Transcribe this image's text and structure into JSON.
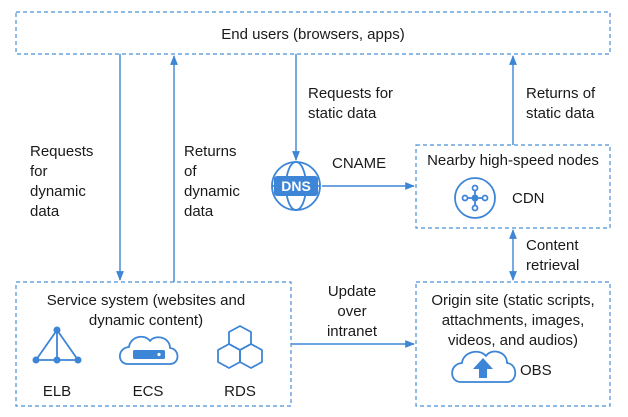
{
  "colors": {
    "accent": "#3d85d6",
    "box_border": "#4a90d9",
    "text": "#1a1a1a",
    "background": "#ffffff"
  },
  "boxes": {
    "end_users": "End users (browsers, apps)",
    "service_system": [
      "Service system (websites and",
      "dynamic content)"
    ],
    "nearby_nodes": "Nearby high-speed nodes",
    "origin_site": [
      "Origin site (static scripts,",
      "attachments, images,",
      "videos, and audios)"
    ]
  },
  "icons": {
    "dns": {
      "name": "dns-icon",
      "text": "DNS"
    },
    "cdn": {
      "name": "cdn-icon",
      "label": "CDN"
    },
    "elb": {
      "name": "elb-icon",
      "label": "ELB"
    },
    "ecs": {
      "name": "ecs-icon",
      "label": "ECS"
    },
    "rds": {
      "name": "rds-icon",
      "label": "RDS"
    },
    "obs": {
      "name": "obs-icon",
      "label": "OBS"
    }
  },
  "edges": {
    "requests_dynamic": [
      "Requests",
      "for",
      "dynamic",
      "data"
    ],
    "returns_dynamic": [
      "Returns",
      "of",
      "dynamic",
      "data"
    ],
    "requests_static": [
      "Requests for",
      "static data"
    ],
    "returns_static": [
      "Returns of",
      "static data"
    ],
    "cname": "CNAME",
    "content_retrieval": [
      "Content",
      "retrieval"
    ],
    "update_intranet": [
      "Update",
      "over",
      "intranet"
    ]
  }
}
